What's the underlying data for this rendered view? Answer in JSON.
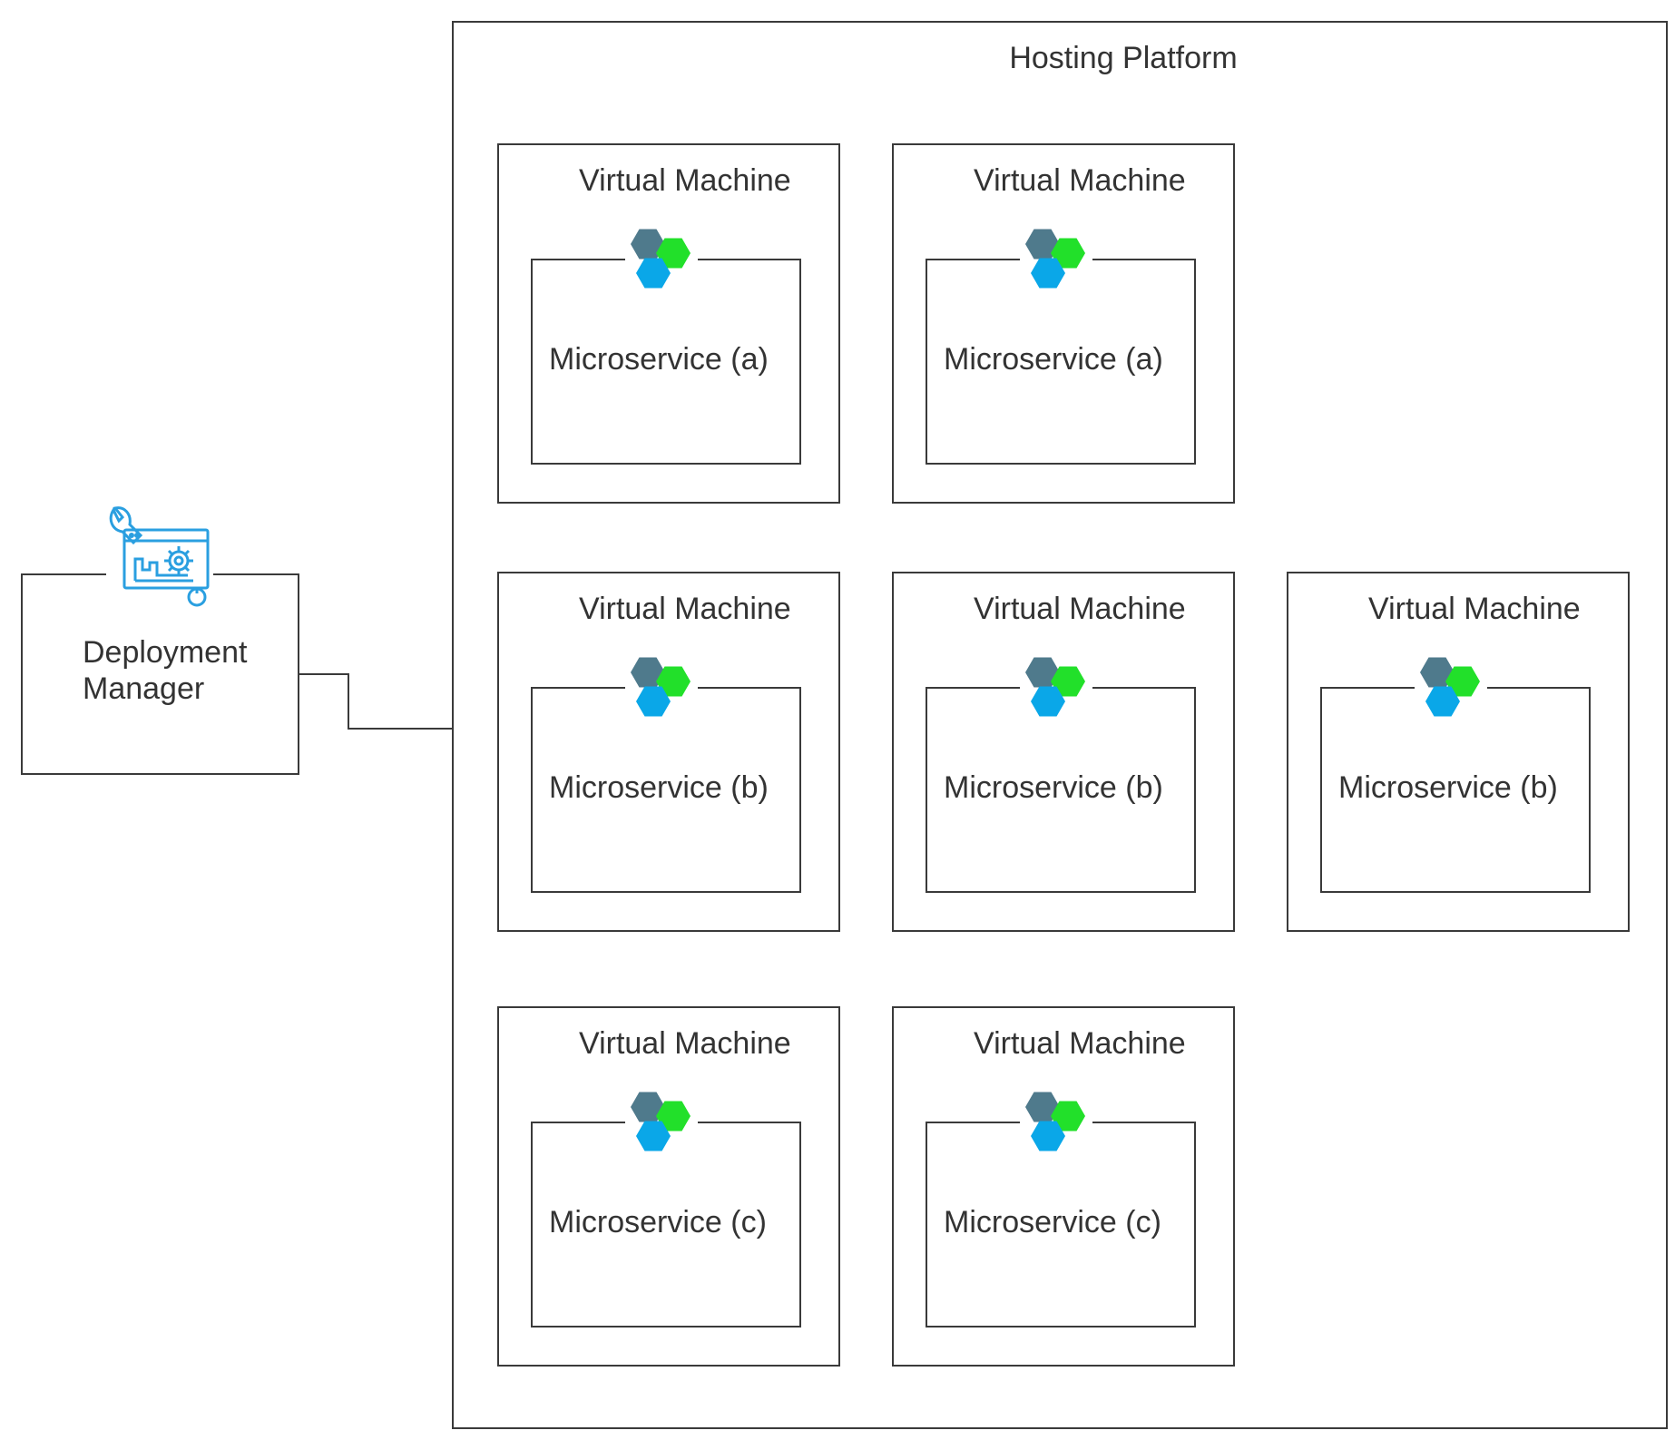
{
  "colors": {
    "line": "#3a3a3a",
    "hex_dark": "#4f7a8c",
    "hex_green": "#22e02a",
    "hex_blue": "#0aa7e8",
    "tool_icon": "#2a9fe0"
  },
  "deployment_manager": {
    "label_line1": "Deployment",
    "label_line2": "Manager",
    "icon": "deployment-tools-icon"
  },
  "hosting_platform": {
    "title": "Hosting Platform"
  },
  "vms": [
    {
      "title": "Virtual Machine",
      "service": "Microservice (a)",
      "icon": "microservice-hexagons-icon"
    },
    {
      "title": "Virtual Machine",
      "service": "Microservice (a)",
      "icon": "microservice-hexagons-icon"
    },
    {
      "title": "Virtual Machine",
      "service": "Microservice (b)",
      "icon": "microservice-hexagons-icon"
    },
    {
      "title": "Virtual Machine",
      "service": "Microservice (b)",
      "icon": "microservice-hexagons-icon"
    },
    {
      "title": "Virtual Machine",
      "service": "Microservice (b)",
      "icon": "microservice-hexagons-icon"
    },
    {
      "title": "Virtual Machine",
      "service": "Microservice (c)",
      "icon": "microservice-hexagons-icon"
    },
    {
      "title": "Virtual Machine",
      "service": "Microservice (c)",
      "icon": "microservice-hexagons-icon"
    }
  ]
}
